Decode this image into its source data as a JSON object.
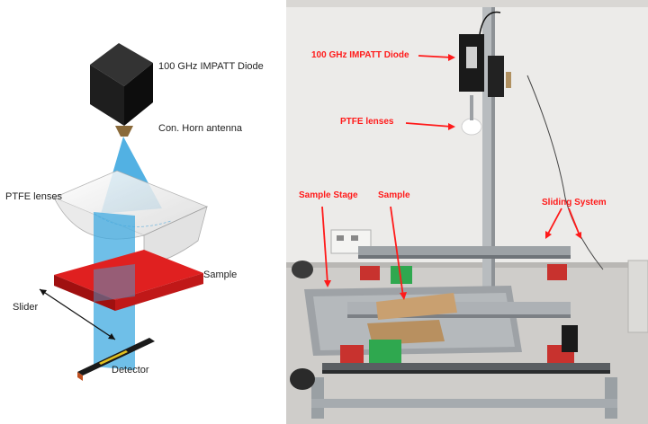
{
  "schematic": {
    "diode_label": "100 GHz IMPATT Diode",
    "horn_label": "Con. Horn antenna",
    "lenses_label": "PTFE lenses",
    "sample_label": "Sample",
    "slider_label": "Slider",
    "detector_label": "Detector"
  },
  "photo": {
    "diode_label": "100 GHz IMPATT Diode",
    "lenses_label": "PTFE lenses",
    "stage_label": "Sample Stage",
    "sample_label": "Sample",
    "sliding_label": "Sliding System"
  },
  "colors": {
    "beam": "#3fa9e0",
    "sample": "#e02020",
    "annotation": "#ff1a1a"
  }
}
